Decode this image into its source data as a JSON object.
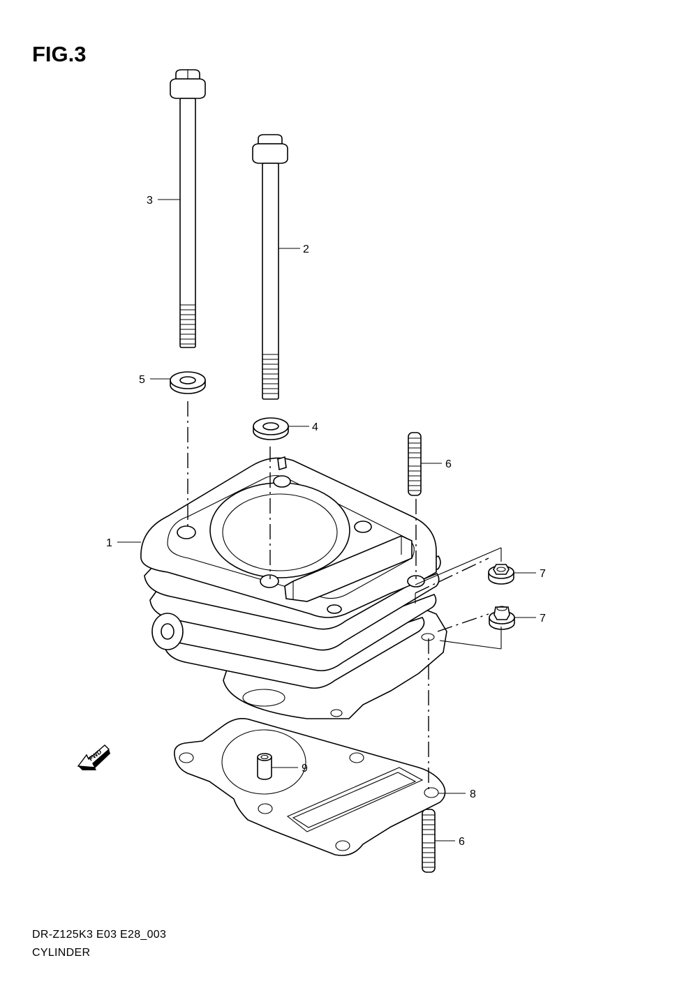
{
  "figure": {
    "title": "FIG.3"
  },
  "callouts": {
    "c1": "1",
    "c2": "2",
    "c3": "3",
    "c4": "4",
    "c5": "5",
    "c6a": "6",
    "c6b": "6",
    "c7a": "7",
    "c7b": "7",
    "c8": "8",
    "c9": "9"
  },
  "fwd_label": "FWD",
  "footer": {
    "code": "DR-Z125K3 E03 E28_003",
    "name": "CYLINDER"
  }
}
